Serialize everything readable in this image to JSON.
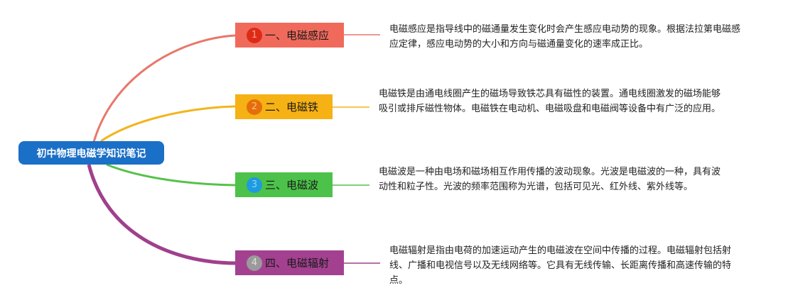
{
  "root": {
    "title": "初中物理电磁学知识笔记",
    "color": "#1a6fc6"
  },
  "branches": [
    {
      "number": "1",
      "label": "一、电磁感应",
      "color": "#f06a5c",
      "line_color": "#e8776b",
      "badge_color": "#dd2b16",
      "badge_text_color": "#f7a79b",
      "description": "电磁感应是指导线中的磁通量发生变化时会产生感应电动势的现象。根据法拉第电磁感应定律，感应电动势的大小和方向与磁通量变化的速率成正比。"
    },
    {
      "number": "2",
      "label": "二、电磁铁",
      "color": "#f6b114",
      "line_color": "#f2b51d",
      "badge_color": "#e56e0b",
      "badge_text_color": "#f9c37a",
      "description": "电磁铁是由通电线圈产生的磁场导致铁芯具有磁性的装置。通电线圈激发的磁场能够吸引或排斥磁性物体。电磁铁在电动机、电磁吸盘和电磁阀等设备中有广泛的应用。"
    },
    {
      "number": "3",
      "label": "三、电磁波",
      "color": "#4cc24a",
      "line_color": "#56c14b",
      "badge_color": "#1f9ae0",
      "badge_text_color": "#8fd2f5",
      "description": "电磁波是一种由电场和磁场相互作用传播的波动现象。光波是电磁波的一种，具有波动性和粒子性。光波的频率范围称为光谱，包括可见光、红外线、紫外线等。"
    },
    {
      "number": "4",
      "label": "四、电磁辐射",
      "color": "#a34190",
      "line_color": "#a0408c",
      "badge_color": "#9a9a9a",
      "badge_text_color": "#dedede",
      "description": "电磁辐射是指由电荷的加速运动产生的电磁波在空间中传播的过程。电磁辐射包括射线、广播和电视信号以及无线网络等。它具有无线传输、长距离传播和高速传输的特点。"
    }
  ]
}
